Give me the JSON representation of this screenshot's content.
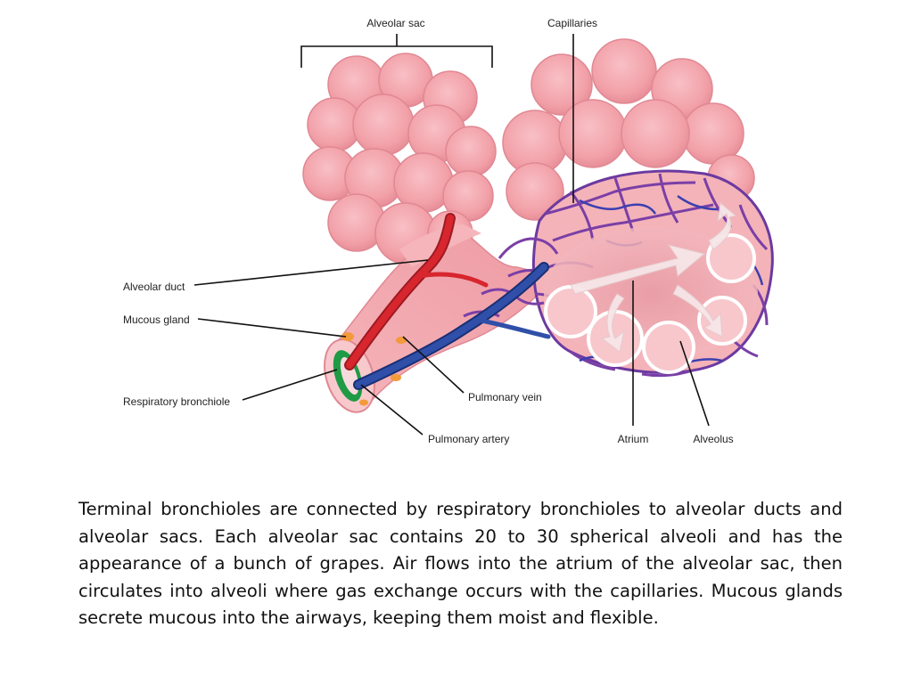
{
  "labels": {
    "alveolar_sac": "Alveolar sac",
    "capillaries": "Capillaries",
    "alveolar_duct": "Alveolar duct",
    "mucous_gland": "Mucous gland",
    "respiratory_bronchiole": "Respiratory bronchiole",
    "pulmonary_vein": "Pulmonary vein",
    "pulmonary_artery": "Pulmonary artery",
    "atrium": "Atrium",
    "alveolus": "Alveolus"
  },
  "caption": "Terminal bronchioles are connected by respiratory bronchioles to alveolar ducts and alveolar sacs. Each alveolar sac contains 20 to 30 spherical alveoli and has the appearance of a bunch of grapes. Air flows into the atrium of the alveolar sac, then circulates into alveoli where gas exchange occurs with the capillaries. Mucous glands secrete mucous into the airways, keeping them moist and flexible.",
  "colors": {
    "tissue": "#f2a0a8",
    "tissue_dark": "#e07f8c",
    "vein": "#d7262e",
    "artery": "#2f4fa8",
    "capillary": "#7a3fa6",
    "gland": "#f39a3a",
    "mucosa": "#1f9a45"
  }
}
